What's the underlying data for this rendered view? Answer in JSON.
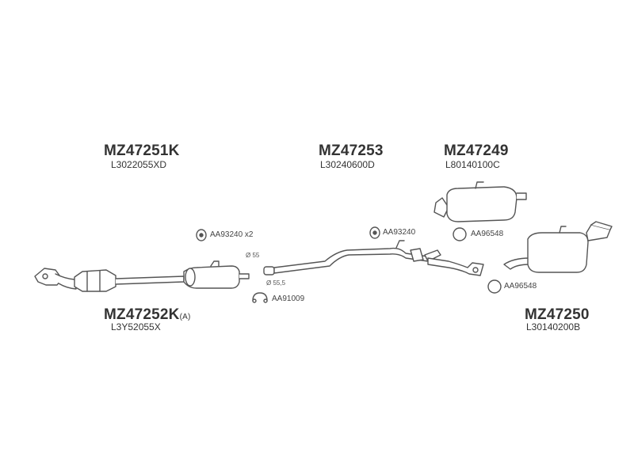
{
  "parts": {
    "cat_front": {
      "number": "MZ47251K",
      "ref": "L3022055XD"
    },
    "mid_pipe": {
      "number": "MZ47253",
      "ref": "L30240600D"
    },
    "rear_box_upper": {
      "number": "MZ47249",
      "ref": "L80140100C"
    },
    "cat_lower": {
      "number": "MZ47252K",
      "suffix": "(A)",
      "ref": "L3Y52055X"
    },
    "rear_box_lower": {
      "number": "MZ47250",
      "ref": "L30140200B"
    }
  },
  "hardware": {
    "gasket_pair": "AA93240 x2",
    "gasket_single": "AA93240",
    "ring_upper": "AA96548",
    "ring_lower": "AA96548",
    "clamp": "AA91009",
    "dia_55": "Ø 55",
    "dia_555": "Ø 55,5"
  },
  "colors": {
    "line": "#555555",
    "text": "#333333",
    "fill": "#ffffff"
  }
}
